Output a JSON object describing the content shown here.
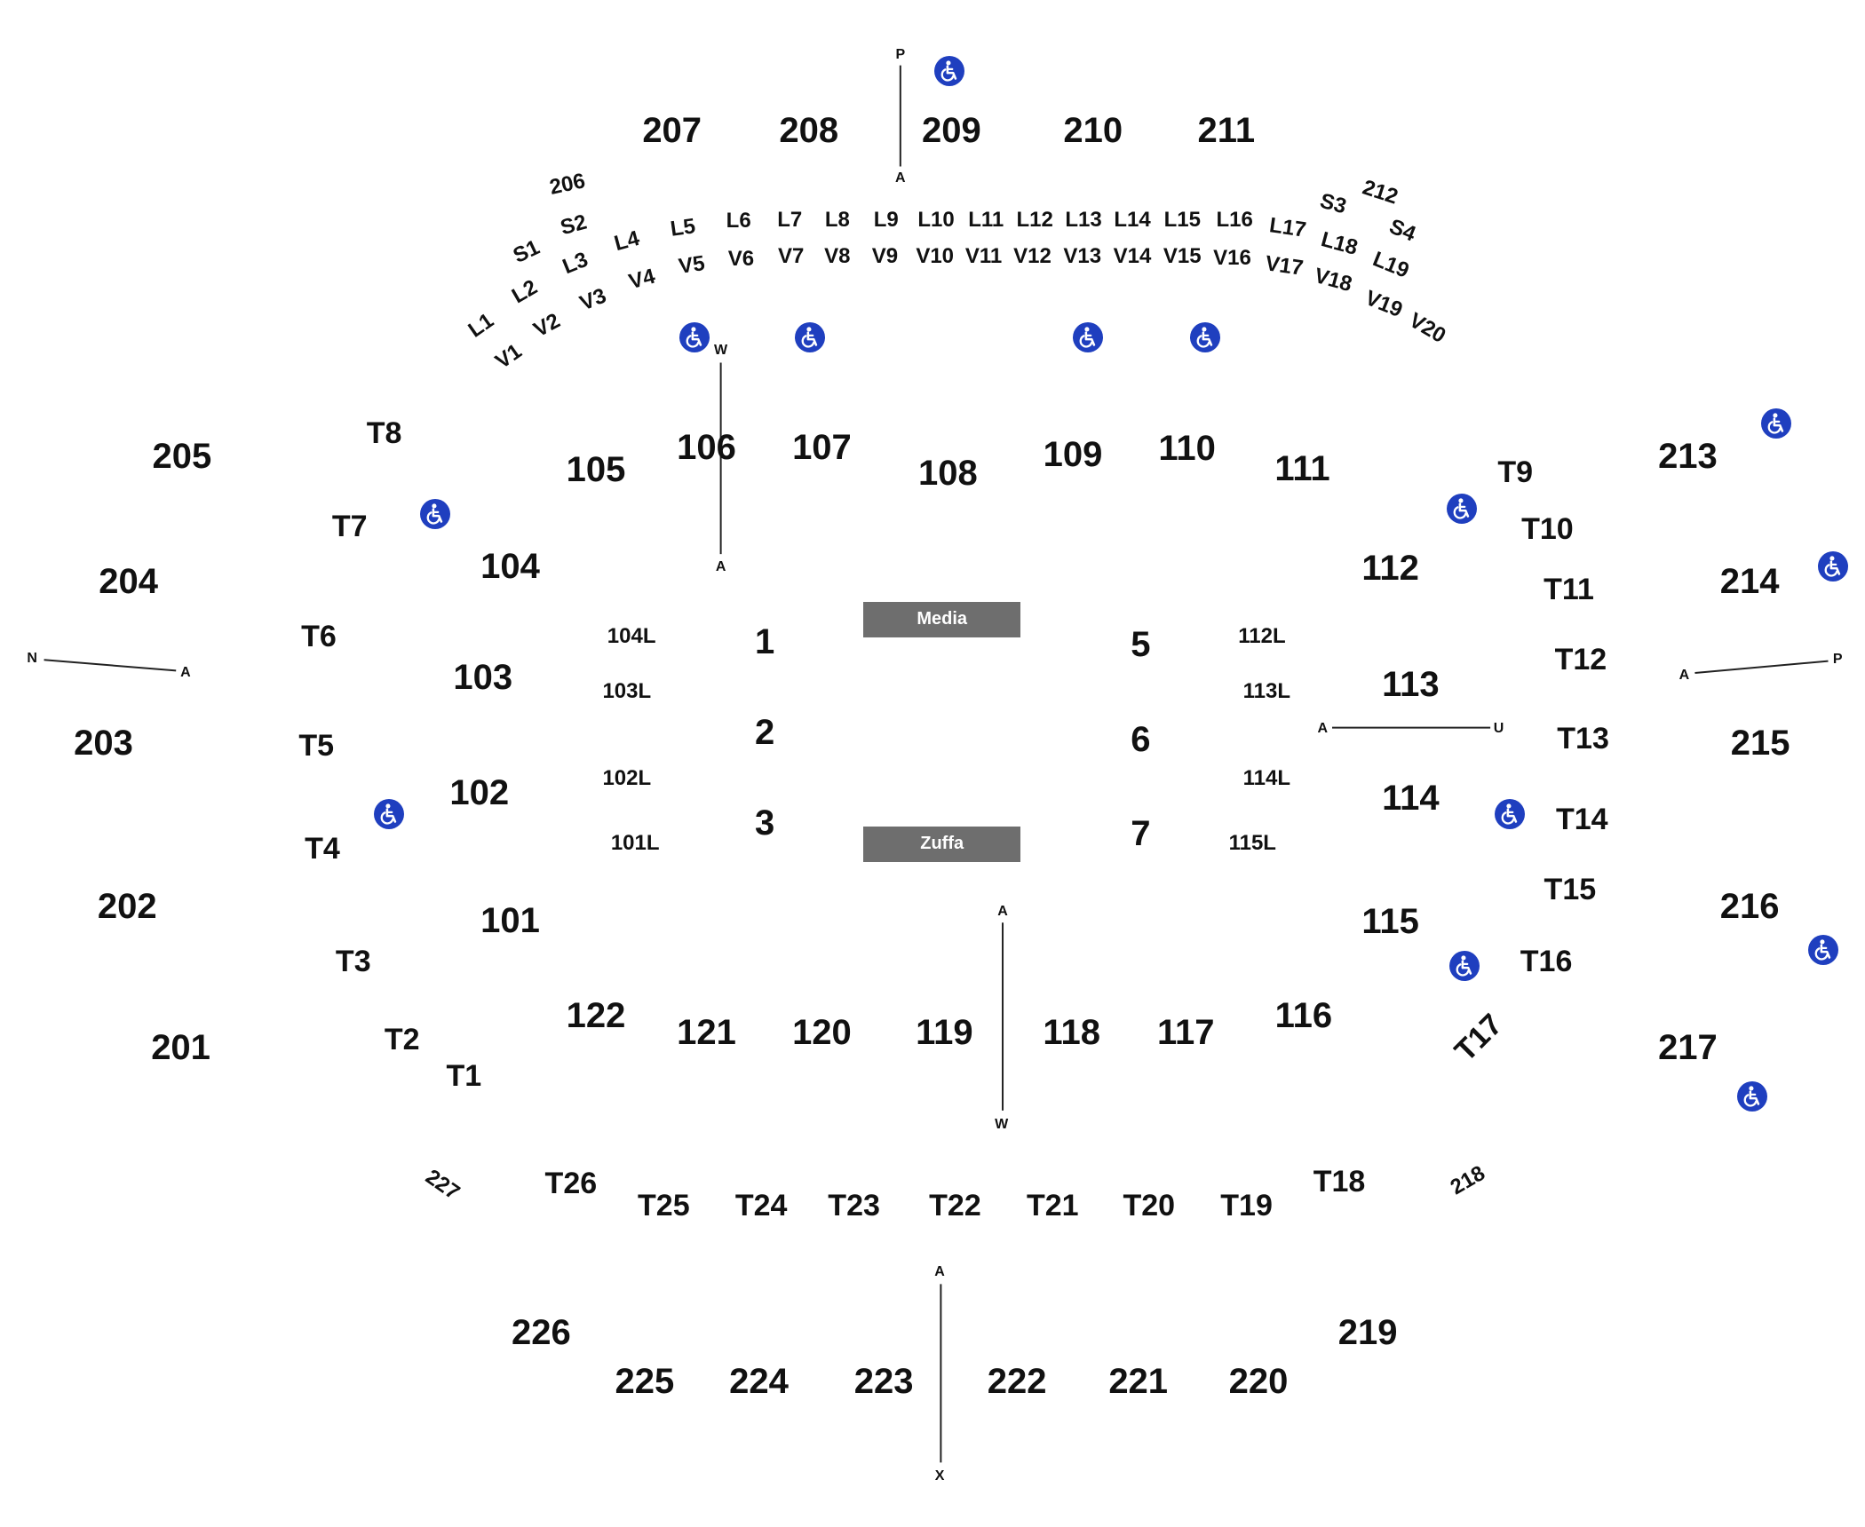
{
  "colors": {
    "text": "#111111",
    "stage": "#6e6e6e",
    "stage_text": "#ffffff",
    "accessible": "#1f3fbf",
    "line": "#222222"
  },
  "icon": "wheelchair-accessible-icon",
  "upper_sections": [
    "207",
    "208",
    "209",
    "210",
    "211",
    "205",
    "204",
    "203",
    "202",
    "201",
    "213",
    "214",
    "215",
    "216",
    "217",
    "226",
    "225",
    "224",
    "223",
    "222",
    "221",
    "220",
    "219"
  ],
  "rotated_sections": [
    "206",
    "212",
    "227",
    "218"
  ],
  "lower_sections": [
    "106",
    "107",
    "108",
    "109",
    "110",
    "111",
    "105",
    "104",
    "103",
    "102",
    "101",
    "112",
    "113",
    "114",
    "115",
    "122",
    "121",
    "120",
    "119",
    "118",
    "117",
    "116"
  ],
  "table_rows": [
    "T1",
    "T2",
    "T3",
    "T4",
    "T5",
    "T6",
    "T7",
    "T8",
    "T9",
    "T10",
    "T11",
    "T12",
    "T13",
    "T14",
    "T15",
    "T16",
    "T17",
    "T18",
    "T19",
    "T20",
    "T21",
    "T22",
    "T23",
    "T24",
    "T25",
    "T26"
  ],
  "loge_rows": [
    "S1",
    "S2",
    "L1",
    "L2",
    "L3",
    "L4",
    "L5",
    "L6",
    "L7",
    "L8",
    "L9",
    "L10",
    "L11",
    "L12",
    "L13",
    "L14",
    "L15",
    "L16",
    "L17",
    "L18",
    "L19",
    "S3",
    "S4"
  ],
  "vip_rows": [
    "V1",
    "V2",
    "V3",
    "V4",
    "V5",
    "V6",
    "V7",
    "V8",
    "V9",
    "V10",
    "V11",
    "V12",
    "V13",
    "V14",
    "V15",
    "V16",
    "V17",
    "V18",
    "V19",
    "V20"
  ],
  "floor_sections": [
    "1",
    "2",
    "3",
    "5",
    "6",
    "7",
    "104L",
    "103L",
    "102L",
    "101L",
    "112L",
    "113L",
    "114L",
    "115L"
  ],
  "stages": [
    "Media",
    "Zuffa"
  ],
  "aisle_letters": [
    "P",
    "A",
    "W",
    "A",
    "N",
    "A",
    "A",
    "P",
    "A",
    "U",
    "A",
    "W",
    "A",
    "X"
  ]
}
